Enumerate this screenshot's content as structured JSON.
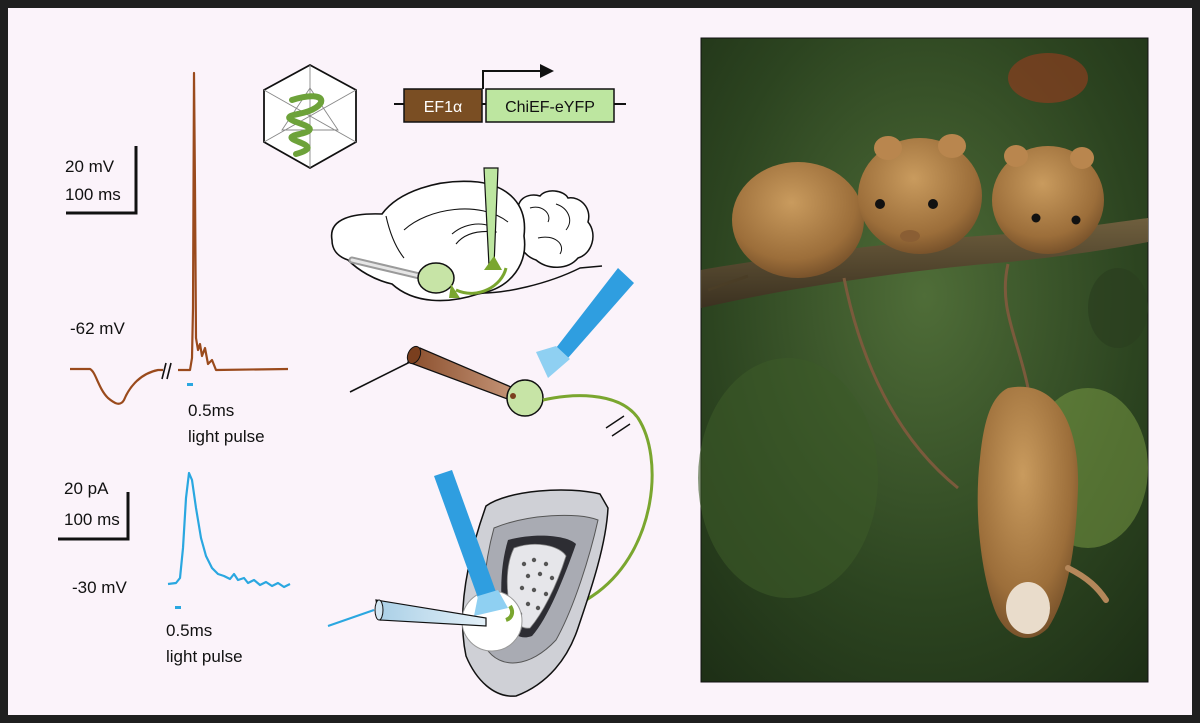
{
  "top_trace": {
    "scale_voltage": "20 mV",
    "scale_time": "100 ms",
    "resting_potential": "-62 mV",
    "stimulus": {
      "duration": "0.5ms",
      "type": "light pulse"
    }
  },
  "bottom_trace": {
    "scale_current": "20 pA",
    "scale_time": "100 ms",
    "holding_potential": "-30 mV",
    "stimulus": {
      "duration": "0.5ms",
      "type": "light pulse"
    }
  },
  "construct": {
    "promoter": "EF1α",
    "gene": "ChiEF-eYFP"
  },
  "colors": {
    "voltage_trace": "#9a4a1c",
    "current_trace": "#2aa7e0",
    "promoter_box": "#7a4e23",
    "gene_box": "#bde6a0",
    "axon": "#7aa62f",
    "light_probe": "#2f9ee0"
  },
  "photo": {
    "subject": "harvest mice on a branch"
  }
}
